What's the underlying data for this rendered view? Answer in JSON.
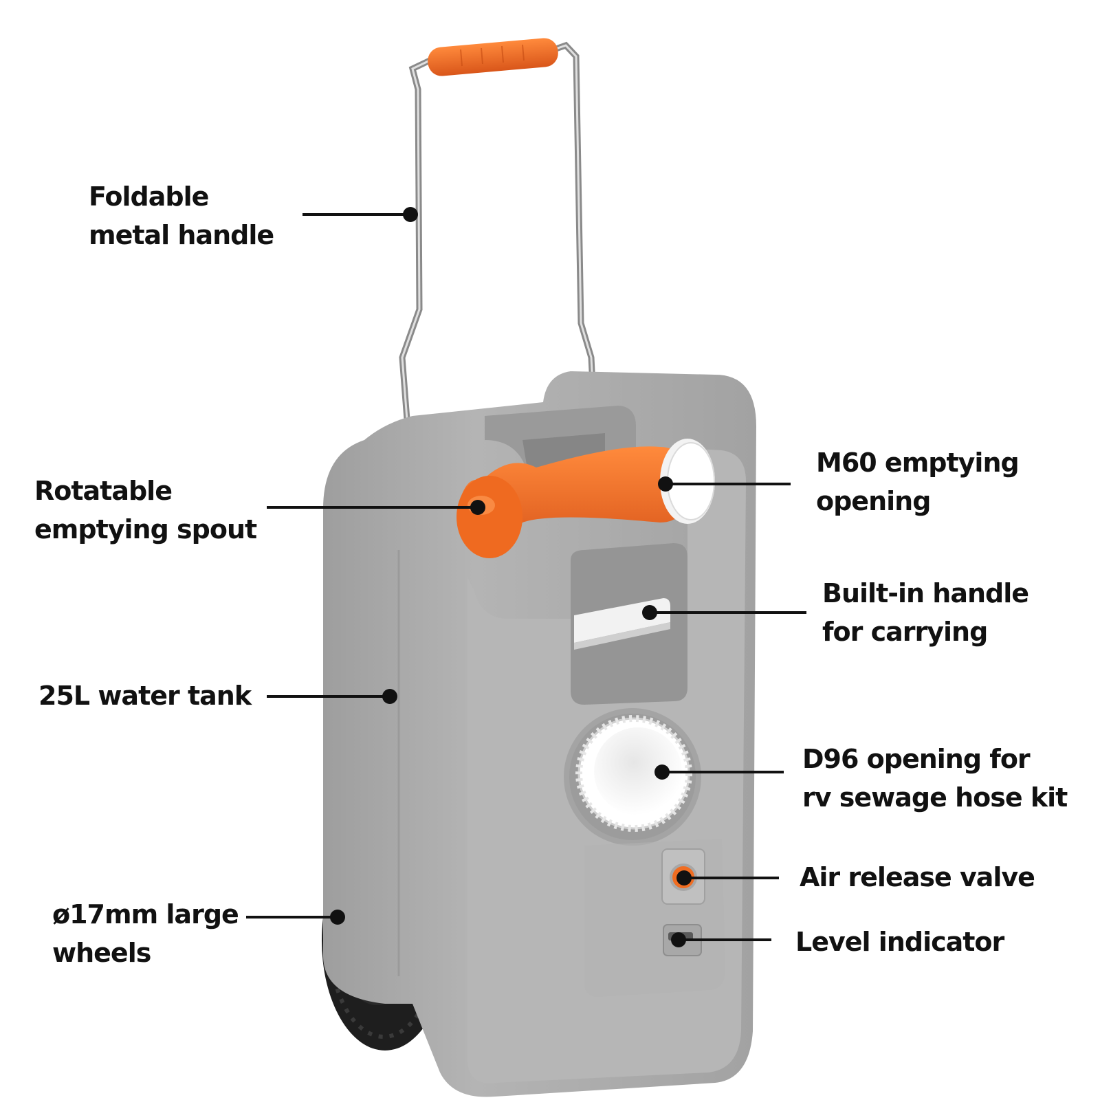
{
  "colors": {
    "tank_grey": "#a8a8a8",
    "tank_light": "#c4c4c4",
    "tank_shadow": "#8c8c8c",
    "accent_orange": "#f06d22",
    "wheel_black": "#1e1e1e",
    "cap_white": "#f4f4f4",
    "line_black": "#111111"
  },
  "callouts": {
    "handle": {
      "line1": "Foldable",
      "line2": "metal handle"
    },
    "spout": {
      "line1": "Rotatable",
      "line2": "emptying spout"
    },
    "tank": {
      "line1": "25L water tank"
    },
    "wheels": {
      "line1": "ø17mm large",
      "line2": "wheels"
    },
    "m60": {
      "line1": "M60 emptying",
      "line2": "opening"
    },
    "carry_handle": {
      "line1": "Built-in handle",
      "line2": "for carrying"
    },
    "d96": {
      "line1": "D96 opening for",
      "line2": "rv sewage hose kit"
    },
    "air_valve": {
      "line1": "Air release valve"
    },
    "level": {
      "line1": "Level indicator"
    }
  }
}
